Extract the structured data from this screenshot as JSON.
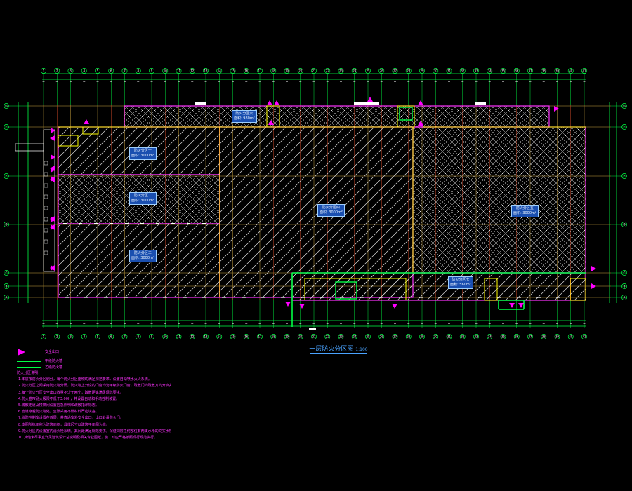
{
  "drawing": {
    "title": "一层防火分区图",
    "scale": "1:100",
    "background": "#000000",
    "colors": {
      "grid_axis": "#00ff44",
      "column_grid": "#ff2222",
      "zone_boundary": "#ff33ff",
      "inner_boundary": "#ffff00",
      "hatch": "#dcdcdc",
      "zone_tag_fill": "#1a4fb0",
      "exit_marker": "#ff00ff",
      "title_text": "#4aa3ff"
    },
    "axis_labels_top": [
      "1",
      "2",
      "3",
      "4",
      "5",
      "6",
      "7",
      "8",
      "9",
      "10",
      "11",
      "12",
      "13",
      "14",
      "15",
      "16",
      "17",
      "18",
      "19",
      "20",
      "21",
      "22",
      "23",
      "24",
      "25",
      "26",
      "27",
      "28",
      "29",
      "30",
      "31",
      "32",
      "33",
      "34",
      "35",
      "36",
      "37",
      "38",
      "39",
      "40",
      "41"
    ],
    "axis_labels_left": [
      "A",
      "B",
      "C",
      "D",
      "E",
      "F",
      "G"
    ],
    "zones": [
      {
        "name": "防火分区一",
        "area": "面积: 3000m²"
      },
      {
        "name": "防火分区二",
        "area": "面积: 3000m²"
      },
      {
        "name": "防火分区三",
        "area": "面积: 3000m²"
      },
      {
        "name": "防火分区四",
        "area": "面积: 3000m²"
      },
      {
        "name": "防火分区五",
        "area": "面积: 3000m²"
      },
      {
        "name": "防火分区六",
        "area": "面积: 980m²"
      },
      {
        "name": "防火分区七",
        "area": "面积: 560m²"
      }
    ]
  },
  "legend": [
    {
      "symbol": "triangle",
      "label": "安全出口"
    },
    {
      "symbol": "line",
      "label": "甲级防火墙"
    },
    {
      "symbol": "line",
      "label": "乙级防火墙"
    }
  ],
  "notes": {
    "heading": "防火分区说明：",
    "lines": [
      "1.本层按防火分区划分，每个防火分区面积均满足规范要求，设置自动喷水灭火系统。",
      "2.防火分区之间采用防火墙分隔，防火墙上开设的门窗均为甲级防火门窗，疏散门向疏散方向开启并设闭门器。",
      "3.每个防火分区安全出口数量不少于两个，疏散距离满足规范要求。",
      "4.防火卷帘耐火极限不低于3.00h，并设置自动和手动控制装置。",
      "5.疏散走道及楼梯间设置应急照明和疏散指示标志。",
      "6.管道穿越防火墙处，空隙采用不燃材料严密填塞。",
      "7.消防控制室设置在首层，并直通室外安全出口，出口处设防火门。",
      "8.本图所标面积为建筑面积，具体尺寸以建筑平面图为准。",
      "9.防火分区内设置室内消火栓系统，其间距满足规范要求，保证同层任何部位有两支水枪的充实水柱同时到达。",
      "10.其他未尽事宜详见建筑设计总说明及相关专业图纸，施工时应严格按照现行规范执行。"
    ]
  }
}
